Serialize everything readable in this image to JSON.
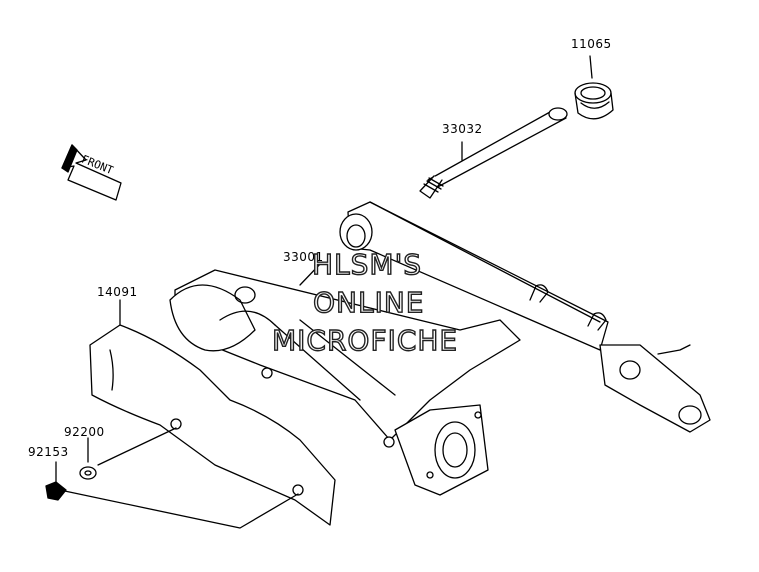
{
  "diagram": {
    "parts": [
      {
        "number": "11065",
        "name": "bushing-cap"
      },
      {
        "number": "33032",
        "name": "pivot-shaft"
      },
      {
        "number": "33001",
        "name": "swing-arm"
      },
      {
        "number": "14091",
        "name": "drive-shaft-cover"
      },
      {
        "number": "92200",
        "name": "washer"
      },
      {
        "number": "92153",
        "name": "bolt"
      }
    ],
    "front_arrow": {
      "label": "FRONT"
    },
    "watermark": {
      "line1": "HLSM'S",
      "line2": "ONLINE",
      "line3": "MICROFICHE",
      "color": "#ffffff",
      "outline_color": "#222222"
    },
    "line_color": "#000000",
    "background": "#ffffff"
  }
}
